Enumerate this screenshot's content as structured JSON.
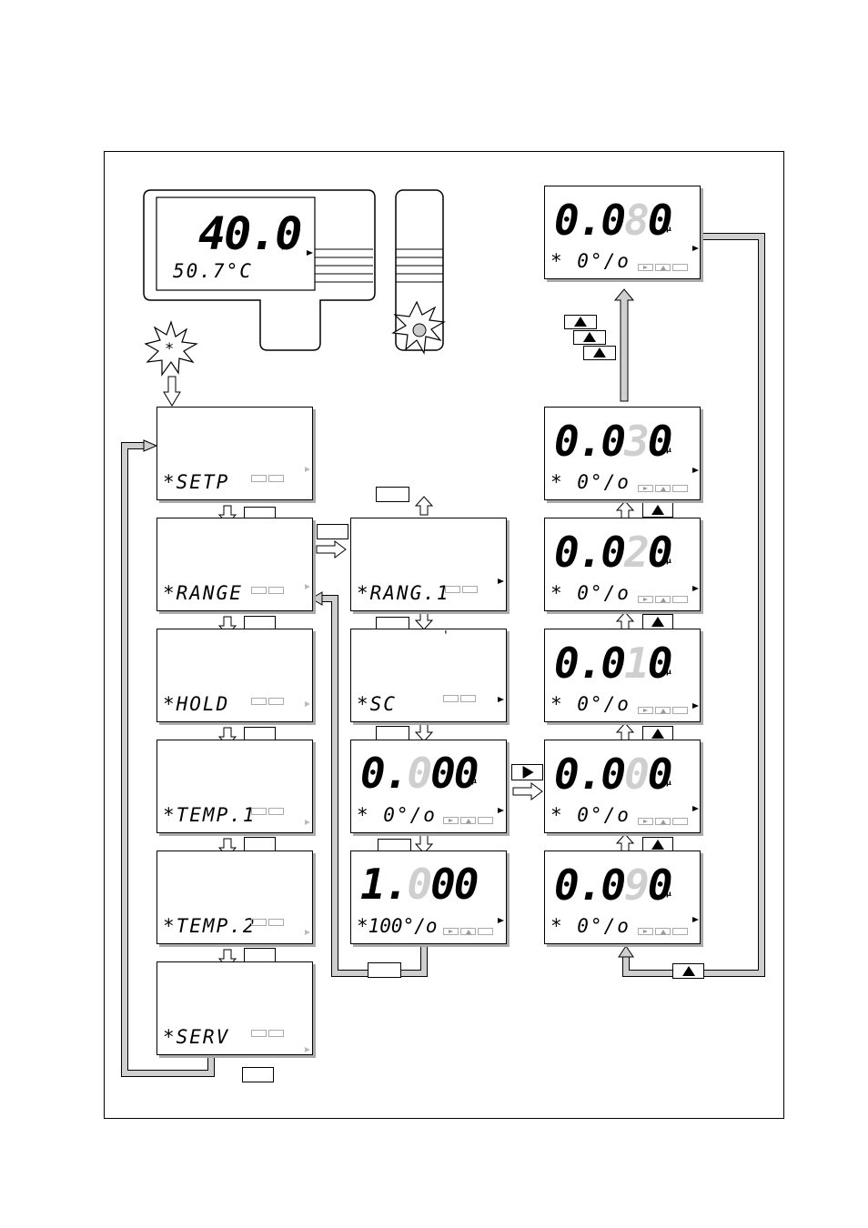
{
  "device": {
    "main_value": "40.0",
    "sub_value": "50.7°C",
    "unit_symbol": "µ"
  },
  "menu_screens": [
    {
      "id": "setp",
      "label": "*SETP"
    },
    {
      "id": "range",
      "label": "*RANGE"
    },
    {
      "id": "hold",
      "label": "*HOLD"
    },
    {
      "id": "temp1",
      "label": "*TEMP.1"
    },
    {
      "id": "temp2",
      "label": "*TEMP.2"
    },
    {
      "id": "serv",
      "label": "*SERV"
    }
  ],
  "range_screens": [
    {
      "id": "rang1",
      "label": "*RANG.1"
    },
    {
      "id": "sc",
      "label": "*SC"
    },
    {
      "id": "scale_zero",
      "val_a": "0.",
      "val_dim": "0",
      "val_b": "00",
      "bottom": "* 0°/o"
    },
    {
      "id": "scale_full",
      "val_a": "1.",
      "val_dim": "0",
      "val_b": "00",
      "bottom": "*100°/o"
    }
  ],
  "value_screens": [
    {
      "id": "v080",
      "val_a": "0.0",
      "val_dim": "8",
      "val_b": "0",
      "bottom": "* 0°/o"
    },
    {
      "id": "v030",
      "val_a": "0.0",
      "val_dim": "3",
      "val_b": "0",
      "bottom": "* 0°/o"
    },
    {
      "id": "v020",
      "val_a": "0.0",
      "val_dim": "2",
      "val_b": "0",
      "bottom": "* 0°/o"
    },
    {
      "id": "v010",
      "val_a": "0.0",
      "val_dim": "1",
      "val_b": "0",
      "bottom": "* 0°/o"
    },
    {
      "id": "v000",
      "val_a": "0.0",
      "val_dim": "0",
      "val_b": "0",
      "bottom": "* 0°/o"
    },
    {
      "id": "v090",
      "val_a": "0.0",
      "val_dim": "9",
      "val_b": "0",
      "bottom": "* 0°/o"
    }
  ],
  "sc_tick": "'",
  "icons": {
    "up_button": "up-arrow-button-icon",
    "right_button": "right-arrow-button-icon",
    "flash": "flash-burst-icon"
  },
  "colors": {
    "flow_arrow": "#c8c8c8",
    "dim_digit": "#cfcfcf"
  }
}
